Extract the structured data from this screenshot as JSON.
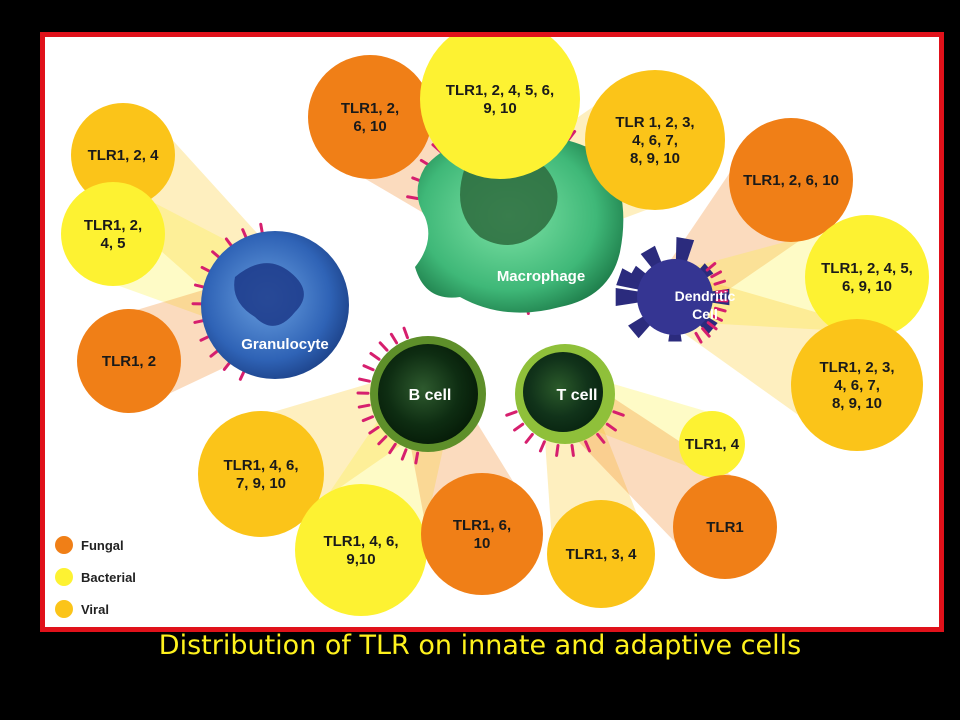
{
  "caption": "Distribution of TLR on innate and adaptive cells",
  "colors": {
    "fungal": "#f07f17",
    "bacterial": "#fdf232",
    "viral": "#fbc419"
  },
  "legend": [
    {
      "label": "Fungal",
      "type": "fungal"
    },
    {
      "label": "Bacterial",
      "type": "bacterial"
    },
    {
      "label": "Viral",
      "type": "viral"
    }
  ],
  "cells": {
    "granulocyte": "Granulocyte",
    "macrophage": "Macrophage",
    "dendritic_line1": "Dendritic",
    "dendritic_line2": "Cell",
    "b_cell": "B cell",
    "t_cell": "T cell"
  },
  "tlr_groups": [
    {
      "cell": "granulocyte",
      "type": "viral",
      "lines": [
        "TLR1, 2, 4"
      ]
    },
    {
      "cell": "granulocyte",
      "type": "bacterial",
      "lines": [
        "TLR1, 2,",
        "4, 5"
      ]
    },
    {
      "cell": "granulocyte",
      "type": "fungal",
      "lines": [
        "TLR1, 2"
      ]
    },
    {
      "cell": "macrophage",
      "type": "fungal",
      "lines": [
        "TLR1, 2,",
        "6, 10"
      ]
    },
    {
      "cell": "macrophage",
      "type": "bacterial",
      "lines": [
        "TLR1, 2, 4, 5, 6,",
        "9, 10"
      ]
    },
    {
      "cell": "macrophage",
      "type": "viral",
      "lines": [
        "TLR 1, 2, 3,",
        "4, 6, 7,",
        "8, 9, 10"
      ]
    },
    {
      "cell": "dendritic",
      "type": "fungal",
      "lines": [
        "TLR1, 2, 6, 10"
      ]
    },
    {
      "cell": "dendritic",
      "type": "bacterial",
      "lines": [
        "TLR1, 2, 4, 5,",
        "6, 9, 10"
      ]
    },
    {
      "cell": "dendritic",
      "type": "viral",
      "lines": [
        "TLR1, 2, 3,",
        "4, 6, 7,",
        "8, 9, 10"
      ]
    },
    {
      "cell": "b_cell",
      "type": "viral",
      "lines": [
        "TLR1, 4, 6,",
        "7, 9, 10"
      ]
    },
    {
      "cell": "b_cell",
      "type": "bacterial",
      "lines": [
        "TLR1, 4, 6,",
        "9,10"
      ]
    },
    {
      "cell": "b_cell",
      "type": "fungal",
      "lines": [
        "TLR1, 6,",
        "10"
      ]
    },
    {
      "cell": "t_cell",
      "type": "viral",
      "lines": [
        "TLR1, 3, 4"
      ]
    },
    {
      "cell": "t_cell",
      "type": "bacterial",
      "lines": [
        "TLR1, 4"
      ]
    },
    {
      "cell": "t_cell",
      "type": "fungal",
      "lines": [
        "TLR1"
      ]
    }
  ]
}
